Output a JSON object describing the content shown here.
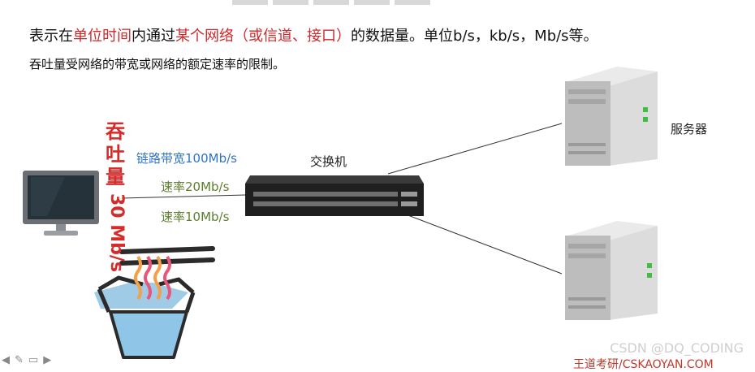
{
  "slide": {
    "line1": {
      "p1": "表示在",
      "r1": "单位时间",
      "p2": "内通过",
      "r2": "某个网络（或信道、接口）",
      "p3": "的数据量。单位b/s，kb/s，Mb/s等。"
    },
    "line2": "吞吐量受网络的带宽或网络的额定速率的限制。",
    "throughput_vertical": [
      "吞",
      "吐",
      "量"
    ],
    "throughput_value": "30 Mb/s",
    "link_bandwidth": "链路带宽100Mb/s",
    "rate_a": "速率20Mb/s",
    "rate_b": "速率10Mb/s",
    "switch_label": "交换机",
    "server_label": "服务器",
    "watermark": "CSDN @DQ_CODING",
    "brand": "王道考研/CSKAOYAN.COM"
  },
  "toolbar": {
    "icons": [
      "arrow-left-icon",
      "pen-icon",
      "screen-icon",
      "arrow-right-icon"
    ]
  },
  "colors": {
    "red": "#d62b2b",
    "blue": "#2f74c6",
    "green": "#5e7e2e",
    "switch": "#2b2b2b",
    "server": "#cfcfcf"
  }
}
